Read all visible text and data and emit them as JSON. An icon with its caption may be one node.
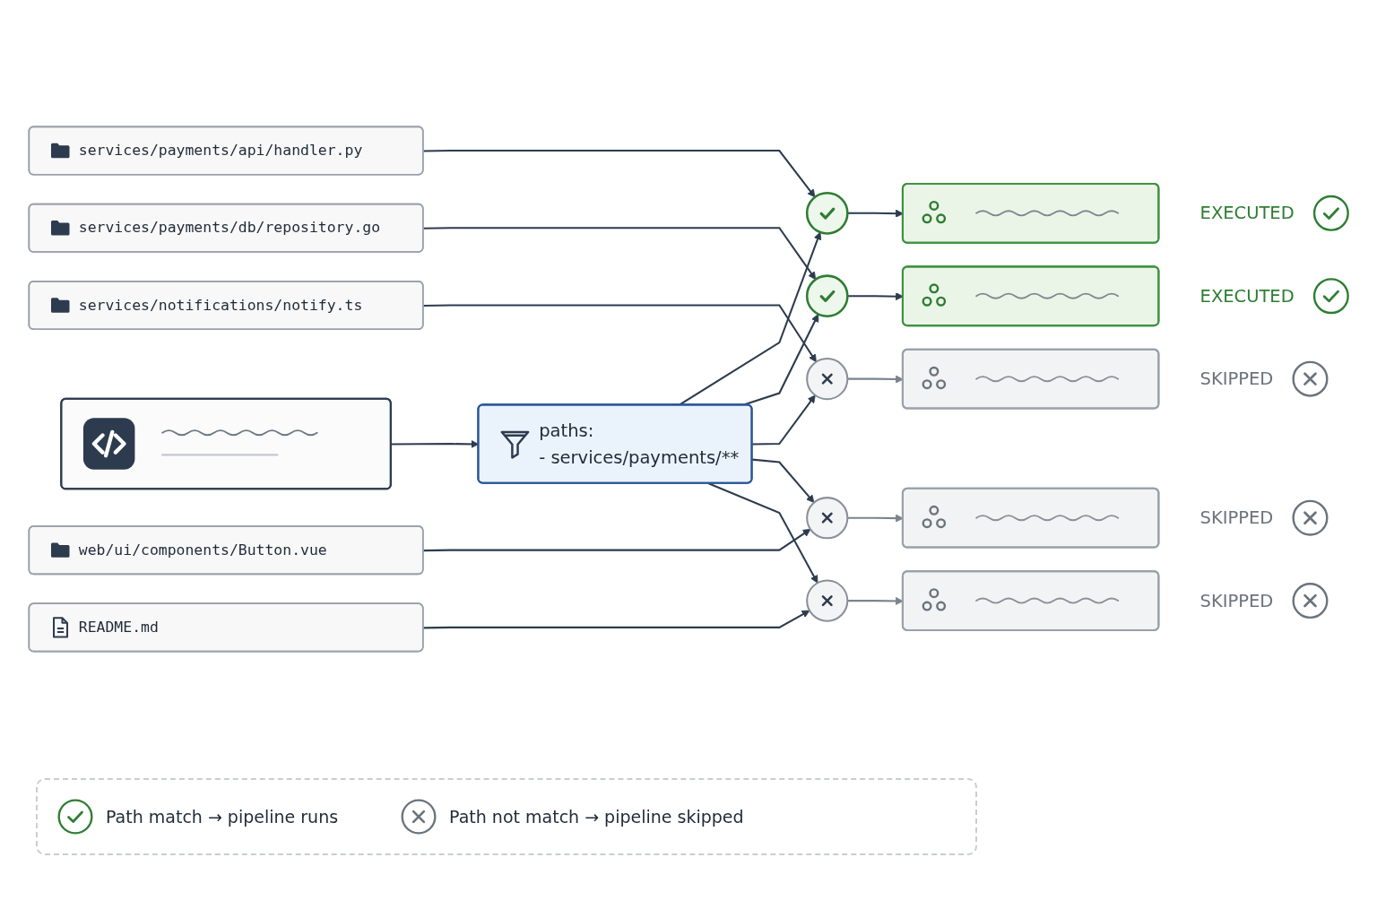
{
  "diagram": {
    "nodes": [
      {
        "text": [],
        "shape": "box"
      },
      {
        "text": [
          "paths:",
          "- services/payments/**"
        ]
      },
      {
        "text": [
          "services/payments/api/handler.py"
        ]
      },
      {
        "text": [
          "services/payments/db/repository.go"
        ]
      },
      {
        "text": [
          "services/notifications/notify.ts"
        ]
      },
      {
        "text": [
          "web/ui/components/Button.vue"
        ]
      },
      {
        "text": [
          "README.md"
        ]
      },
      {
        "text": [],
        "shape": "circle"
      },
      {
        "text": [],
        "shape": "circle"
      },
      {
        "text": [],
        "shape": "circle"
      },
      {
        "text": [],
        "shape": "circle"
      },
      {
        "text": [],
        "shape": "circle"
      },
      {
        "text": [],
        "shape": "box",
        "beside": [
          "EXECUTED"
        ]
      },
      {
        "text": [],
        "shape": "box",
        "beside": [
          "EXECUTED"
        ]
      },
      {
        "text": [],
        "shape": "box",
        "beside": [
          "SKIPPED"
        ]
      },
      {
        "text": [],
        "shape": "box",
        "beside": [
          "SKIPPED"
        ]
      },
      {
        "text": [],
        "shape": "box",
        "beside": [
          "SKIPPED"
        ]
      }
    ],
    "edges": [
      {
        "from": 0,
        "to": 1,
        "arrow": "to"
      },
      {
        "from": 2,
        "to": 7,
        "arrow": "to"
      },
      {
        "from": 1,
        "to": 7,
        "arrow": "to"
      },
      {
        "from": 7,
        "to": 12,
        "arrow": "to"
      },
      {
        "from": 3,
        "to": 8,
        "arrow": "to"
      },
      {
        "from": 1,
        "to": 8,
        "arrow": "to"
      },
      {
        "from": 8,
        "to": 13,
        "arrow": "to"
      },
      {
        "from": 4,
        "to": 9,
        "arrow": "to"
      },
      {
        "from": 1,
        "to": 9,
        "arrow": "to"
      },
      {
        "from": 9,
        "to": 14,
        "arrow": "to",
        "color": "#7b838d"
      },
      {
        "from": 5,
        "to": 10,
        "arrow": "to"
      },
      {
        "from": 1,
        "to": 10,
        "arrow": "to"
      },
      {
        "from": 10,
        "to": 15,
        "arrow": "to",
        "color": "#7b838d"
      },
      {
        "from": 6,
        "to": 11,
        "arrow": "to"
      },
      {
        "from": 1,
        "to": 11,
        "arrow": "to"
      },
      {
        "from": 11,
        "to": 16,
        "arrow": "to",
        "color": "#7b838d"
      }
    ],
    "legend": [
      {
        "text": "Path match → pipeline runs"
      },
      {
        "text": "Path not match → pipeline skipped"
      }
    ]
  }
}
